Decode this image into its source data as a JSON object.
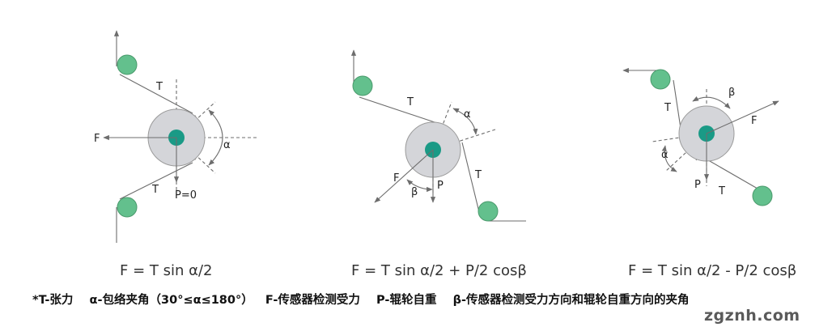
{
  "diagram1": {
    "label_T_top": "T",
    "label_T_bottom": "T",
    "label_F": "F",
    "label_alpha": "α",
    "label_P": "P=0",
    "formula": "F = T sin α/2"
  },
  "diagram2": {
    "label_T_top": "T",
    "label_T_right": "T",
    "label_F": "F",
    "label_alpha": "α",
    "label_beta": "β",
    "label_P": "P",
    "formula": "F = T sin α/2 + P/2 cosβ"
  },
  "diagram3": {
    "label_T_top": "T",
    "label_T_bottom": "T",
    "label_F": "F",
    "label_alpha": "α",
    "label_beta": "β",
    "label_P": "P",
    "formula": "F = T sin α/2 - P/2 cosβ"
  },
  "legend": "*T-张力    α-包络夹角（30°≤α≤180°）   F-传感器检测受力    P-辊轮自重    β-传感器检测受力方向和辊轮自重方向的夹角",
  "watermark": "zgznh.com",
  "colors": {
    "roller_fill": "#d4d5d9",
    "roller_stroke": "#9a9a9a",
    "hub": "#1a9a86",
    "idler": "#63c08d",
    "line": "#6d6d6d"
  }
}
